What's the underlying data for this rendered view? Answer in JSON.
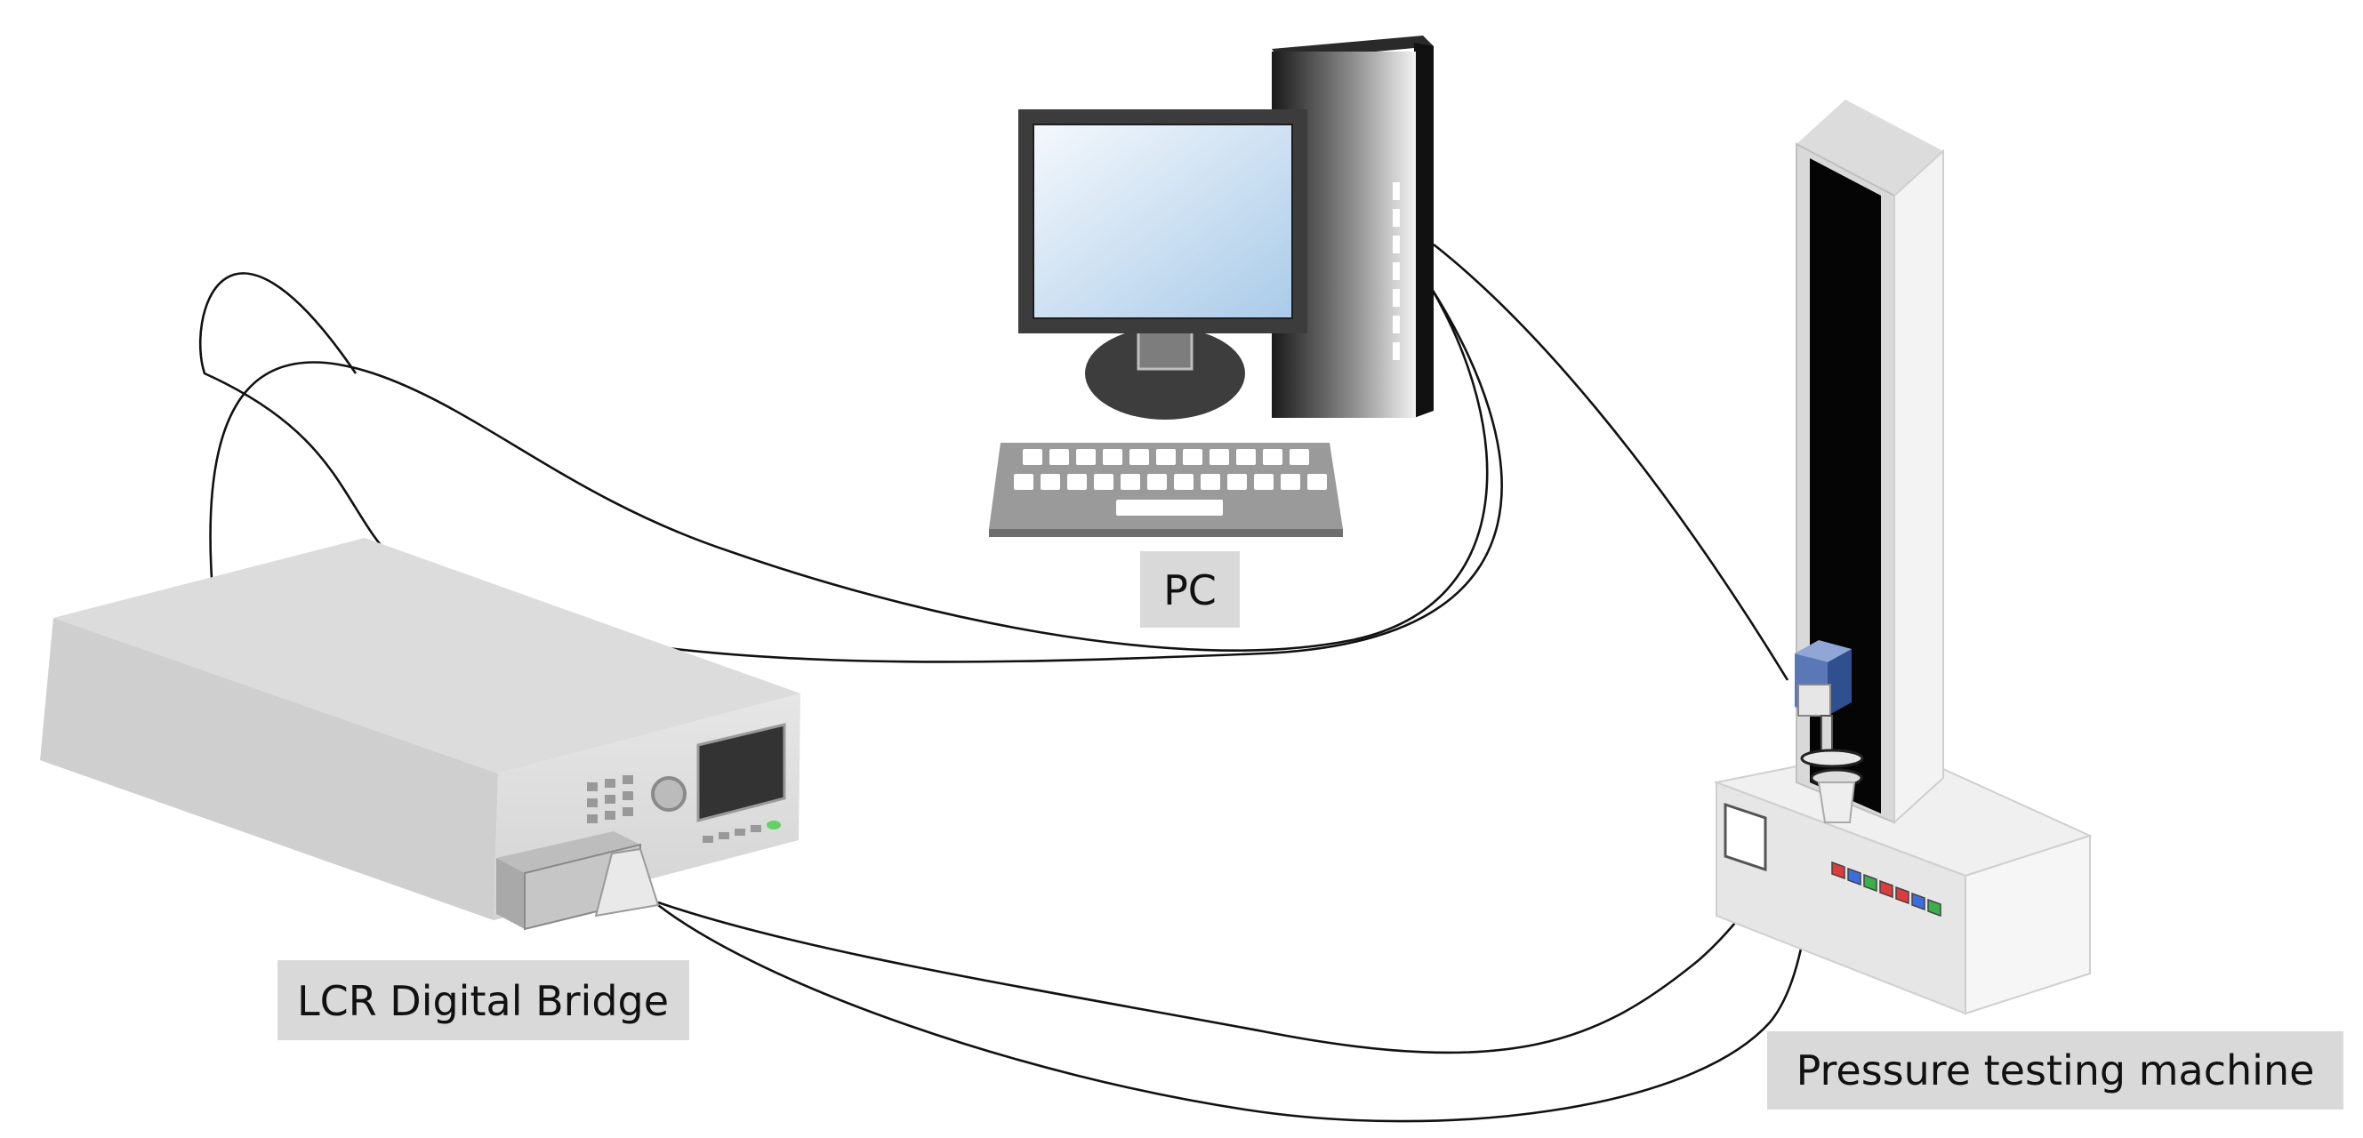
{
  "labels": {
    "pc": "PC",
    "lcr": "LCR Digital Bridge",
    "machine": "Pressure testing machine"
  },
  "colors": {
    "label_bg": "#d9d9d9",
    "cable": "#111111",
    "device_gray": "#cfcfcf",
    "screen_blue": "#bcd7ee",
    "sensor_blue": "#5a78b8"
  },
  "machine_buttons": [
    "#e03a3a",
    "#3a6ee0",
    "#3ab04a",
    "#e03a3a",
    "#e03a3a",
    "#3a6ee0",
    "#3ab04a"
  ]
}
